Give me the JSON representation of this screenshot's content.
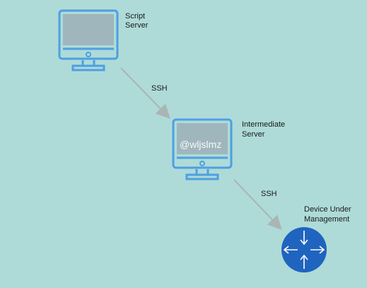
{
  "nodes": {
    "script_server": {
      "label_line1": "Script",
      "label_line2": "Server",
      "icon": "monitor-icon"
    },
    "intermediate_server": {
      "label_line1": "Intermediate",
      "label_line2": "Server",
      "icon": "monitor-icon"
    },
    "device": {
      "label_line1": "Device Under",
      "label_line2": "Management",
      "icon": "router-icon"
    }
  },
  "edges": [
    {
      "from": "script_server",
      "to": "intermediate_server",
      "label": "SSH"
    },
    {
      "from": "intermediate_server",
      "to": "device",
      "label": "SSH"
    }
  ],
  "watermark": "@wljslmz",
  "colors": {
    "background": "#aedbd8",
    "monitor_stroke": "#4f9fe2",
    "monitor_screen": "#9fb6bd",
    "router_fill": "#1f64bf",
    "arrow": "#a9b6b4"
  }
}
